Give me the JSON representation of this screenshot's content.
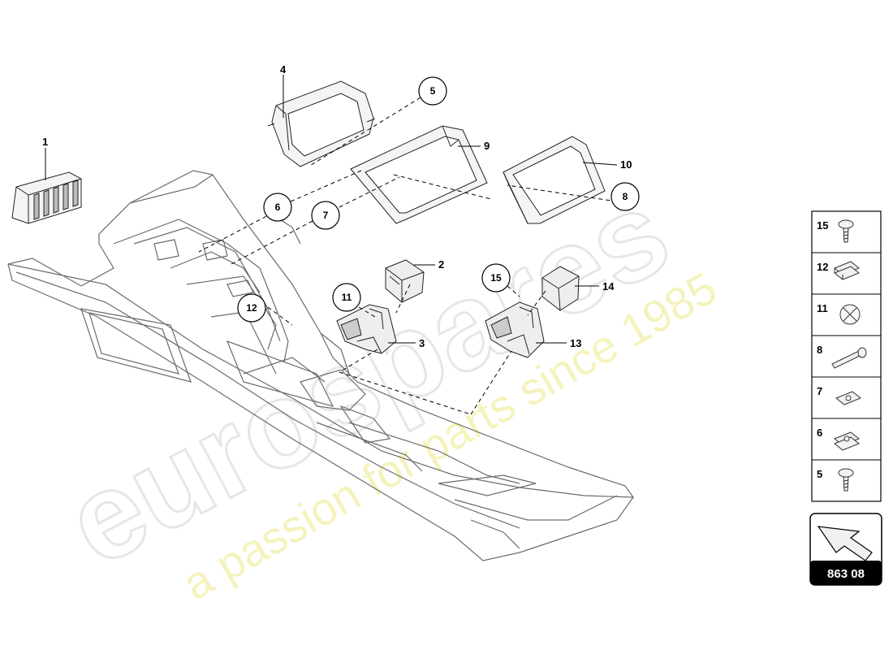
{
  "watermark": {
    "brand": "eurospares",
    "tagline": "a passion for parts since 1985"
  },
  "callouts": {
    "c1": "1",
    "c2": "2",
    "c3": "3",
    "c4": "4",
    "c9": "9",
    "c10": "10",
    "c13": "13",
    "c14": "14"
  },
  "circle_labels": {
    "k5": "5",
    "k6": "6",
    "k7": "7",
    "k8": "8",
    "k11": "11",
    "k12": "12",
    "k15": "15"
  },
  "legend": {
    "items": [
      {
        "number": "15",
        "icon": "screw-icon"
      },
      {
        "number": "12",
        "icon": "clip-nut-icon"
      },
      {
        "number": "11",
        "icon": "cap-icon"
      },
      {
        "number": "8",
        "icon": "bolt-icon"
      },
      {
        "number": "7",
        "icon": "clip-nut-icon"
      },
      {
        "number": "6",
        "icon": "clip-nut-icon"
      },
      {
        "number": "5",
        "icon": "screw-icon"
      }
    ]
  },
  "reference": {
    "code": "863 08",
    "icon": "direction-arrow-icon"
  }
}
